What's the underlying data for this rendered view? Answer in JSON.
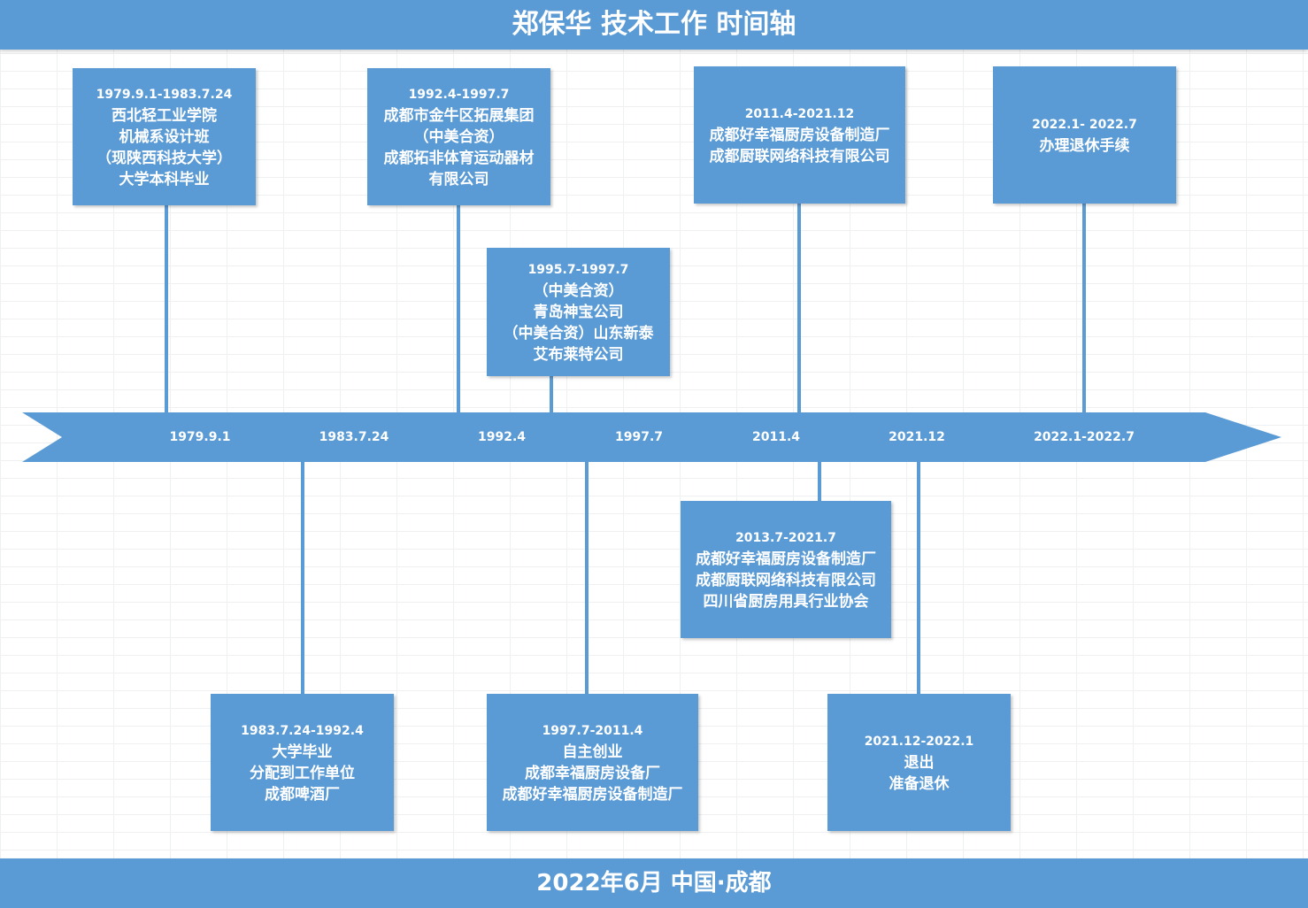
{
  "header": {
    "title": "郑保华 技术工作 时间轴"
  },
  "footer": {
    "text": "2022年6月 中国·成都"
  },
  "axis": {
    "ticks": [
      "1979.9.1",
      "1983.7.24",
      "1992.4",
      "1997.7",
      "2011.4",
      "2021.12",
      "2022.1-2022.7"
    ]
  },
  "events": [
    {
      "date": "1979.9.1-1983.7.24",
      "lines": [
        "西北轻工业学院",
        "机械系设计班",
        "（现陕西科技大学）",
        "大学本科毕业"
      ]
    },
    {
      "date": "1992.4-1997.7",
      "lines": [
        "成都市金牛区拓展集团",
        "（中美合资）",
        "成都拓非体育运动器材",
        "有限公司"
      ]
    },
    {
      "date": "1995.7-1997.7",
      "lines": [
        "（中美合资）",
        "青岛神宝公司",
        "（中美合资）山东新泰",
        "艾布莱特公司"
      ]
    },
    {
      "date": "2011.4-2021.12",
      "lines": [
        "成都好幸福厨房设备制造厂",
        "成都厨联网络科技有限公司"
      ]
    },
    {
      "date": "2022.1- 2022.7",
      "lines": [
        "办理退休手续"
      ]
    },
    {
      "date": "1983.7.24-1992.4",
      "lines": [
        "大学毕业",
        "分配到工作单位",
        "成都啤酒厂"
      ]
    },
    {
      "date": "1997.7-2011.4",
      "lines": [
        "自主创业",
        "成都幸福厨房设备厂",
        "成都好幸福厨房设备制造厂"
      ]
    },
    {
      "date": "2013.7-2021.7",
      "lines": [
        "成都好幸福厨房设备制造厂",
        "成都厨联网络科技有限公司",
        "四川省厨房用具行业协会"
      ]
    },
    {
      "date": "2021.12-2022.1",
      "lines": [
        "退出",
        "准备退休"
      ]
    }
  ],
  "colors": {
    "primary": "#5b9bd5",
    "text": "#ffffff"
  }
}
